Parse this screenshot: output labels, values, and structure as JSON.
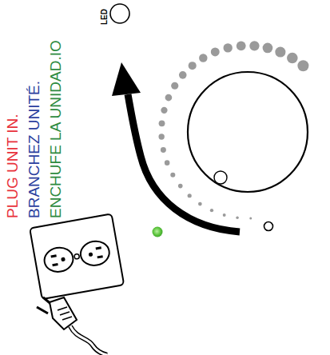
{
  "diagram": {
    "labels": [
      "PLUG UNIT IN.",
      "BRANCHEZ UNITÉ.",
      "ENCHUFE LA UNIDAD.IO",
      "LED"
    ]
  }
}
